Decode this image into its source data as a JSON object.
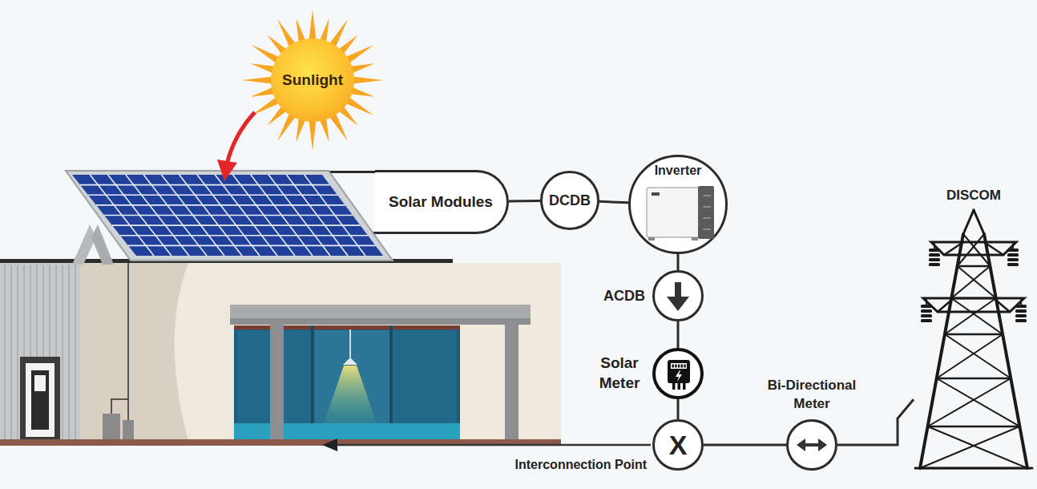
{
  "diagram": {
    "nodes": [
      {
        "text": [
          "Sunlight"
        ]
      },
      {
        "text": [
          "Solar Modules"
        ]
      },
      {
        "text": [
          "DCDB"
        ]
      },
      {
        "text": [
          "Inverter"
        ]
      },
      {
        "text": [
          "ACDB"
        ]
      },
      {
        "text": [
          "Solar Meter"
        ]
      },
      {
        "text": [
          "X",
          "Interconnection Point"
        ]
      },
      {
        "text": [
          "Bi-Directional Meter"
        ]
      },
      {
        "text": [
          "DISCOM"
        ]
      }
    ],
    "edges": [
      {
        "from": 1,
        "to": 2,
        "arrow": "none"
      },
      {
        "from": 2,
        "to": 3,
        "arrow": "none"
      },
      {
        "from": 3,
        "to": 4,
        "arrow": "none"
      },
      {
        "from": 4,
        "to": 5,
        "arrow": "none"
      },
      {
        "from": 5,
        "to": 6,
        "arrow": "none"
      },
      {
        "from": 6,
        "to": 7,
        "arrow": "none"
      },
      {
        "from": 7,
        "to": 8,
        "arrow": "none"
      }
    ]
  }
}
